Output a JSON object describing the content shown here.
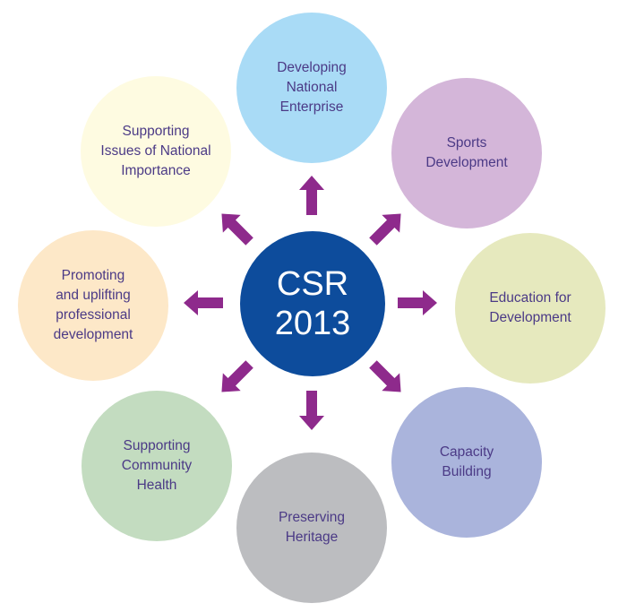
{
  "center": {
    "label": "CSR\n2013",
    "color": "#0d4c9c"
  },
  "arrow_color": "#8e2a8c",
  "nodes": [
    {
      "id": "developing-national-enterprise",
      "label": "Developing\nNational\nEnterprise",
      "color": "#a9dbf6"
    },
    {
      "id": "sports-development",
      "label": "Sports\nDevelopment",
      "color": "#d4b6d9"
    },
    {
      "id": "education-for-development",
      "label": "Education for\nDevelopment",
      "color": "#e6e9be"
    },
    {
      "id": "capacity-building",
      "label": "Capacity\nBuilding",
      "color": "#aab4dc"
    },
    {
      "id": "preserving-heritage",
      "label": "Preserving\nHeritage",
      "color": "#bcbdc0"
    },
    {
      "id": "supporting-community-health",
      "label": "Supporting\nCommunity\nHealth",
      "color": "#c3dcc0"
    },
    {
      "id": "promoting-professional-development",
      "label": "Promoting\nand uplifting\nprofessional\ndevelopment",
      "color": "#fde8c8"
    },
    {
      "id": "supporting-issues-national-importance",
      "label": "Supporting\nIssues of National\nImportance",
      "color": "#fefbe1"
    }
  ]
}
